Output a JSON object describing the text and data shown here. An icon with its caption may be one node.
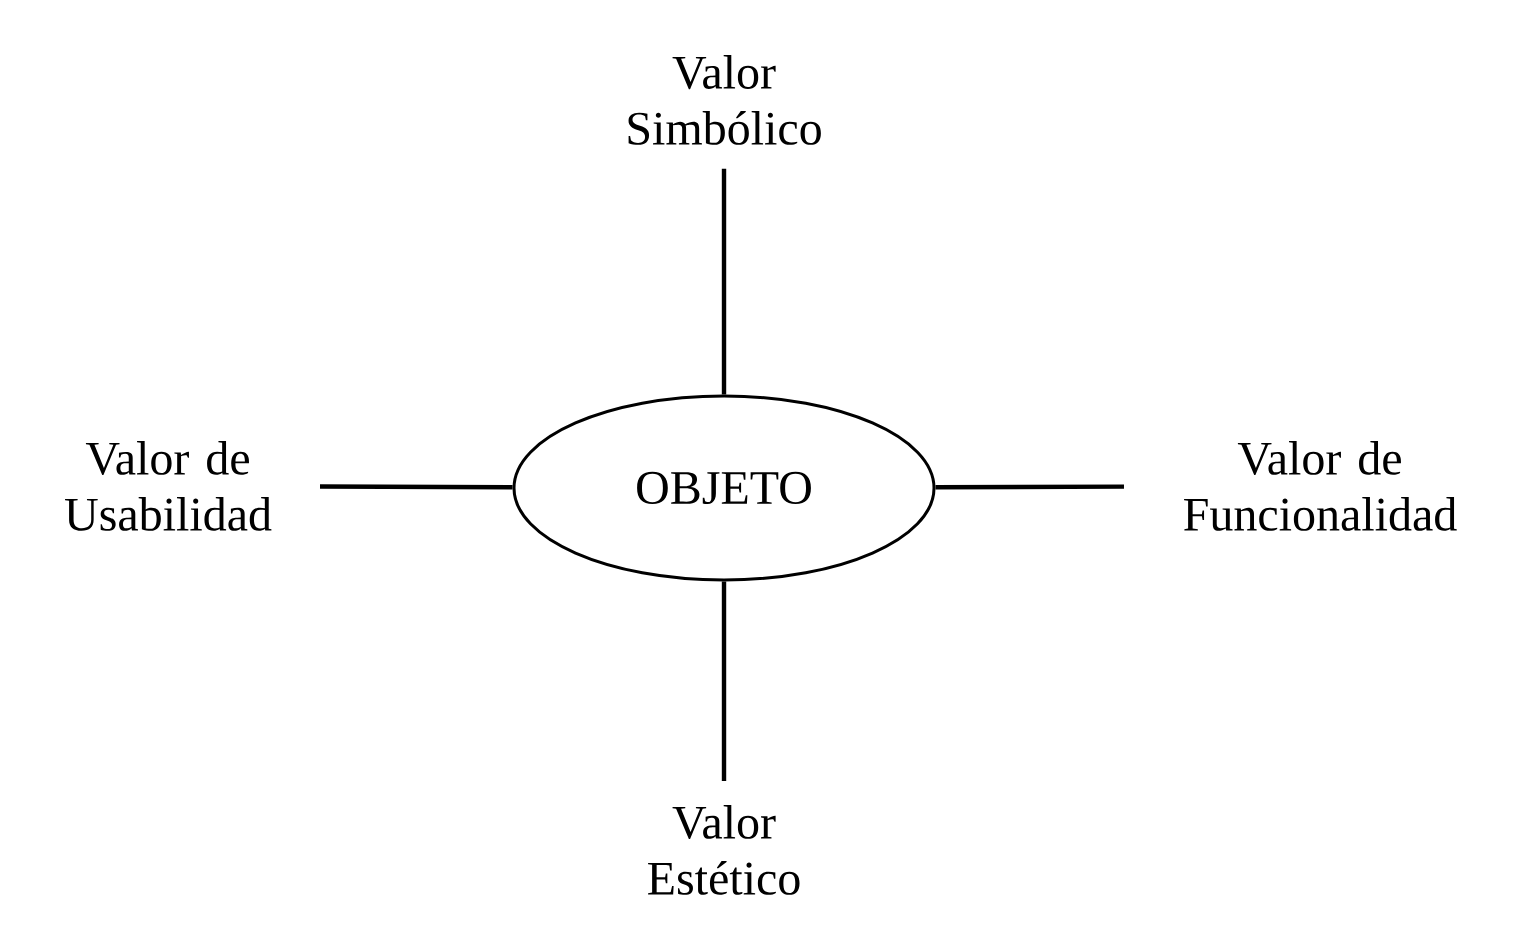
{
  "diagram": {
    "nodes": [
      {
        "text": [
          "OBJETO"
        ]
      },
      {
        "text": [
          "Valor Simbólico"
        ]
      },
      {
        "text": [
          "Valor de Usabilidad"
        ]
      },
      {
        "text": [
          "Valor de Funcionalidad"
        ]
      },
      {
        "text": [
          "Valor Estético"
        ]
      }
    ],
    "edges": [
      {
        "from": 0,
        "to": 1,
        "arrow": "none"
      },
      {
        "from": 0,
        "to": 2,
        "arrow": "none"
      },
      {
        "from": 0,
        "to": 3,
        "arrow": "none"
      },
      {
        "from": 0,
        "to": 4,
        "arrow": "none"
      }
    ]
  }
}
